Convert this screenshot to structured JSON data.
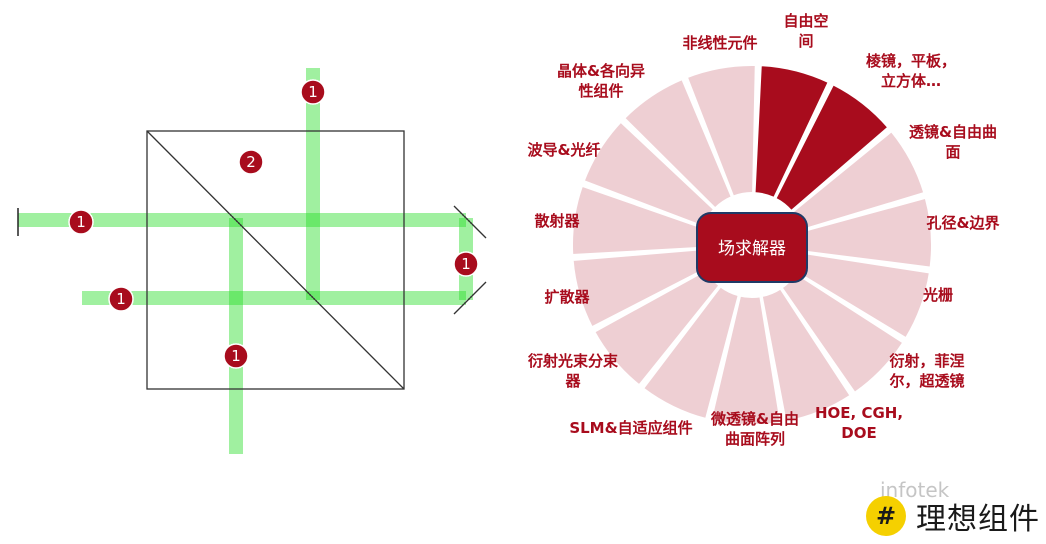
{
  "left_diagram": {
    "beam_color": "#22dd22",
    "markers": [
      {
        "id": "m-top",
        "text": "1"
      },
      {
        "id": "m-left",
        "text": "1"
      },
      {
        "id": "m-right",
        "text": "1"
      },
      {
        "id": "m-lower",
        "text": "1"
      },
      {
        "id": "m-bottom",
        "text": "1"
      },
      {
        "id": "m-inner",
        "text": "2"
      }
    ]
  },
  "wheel": {
    "center_label": "场求解器",
    "highlight_color": "#a80c1d",
    "segment_color": "#eecfd3",
    "segments": [
      {
        "label": "自由空\n间",
        "highlight": true
      },
      {
        "label": "棱镜，平板，\n立方体…",
        "highlight": true
      },
      {
        "label": "透镜&自由曲\n面",
        "highlight": false
      },
      {
        "label": "孔径&边界",
        "highlight": false
      },
      {
        "label": "光栅",
        "highlight": false
      },
      {
        "label": "衍射，菲涅\n尔，超透镜",
        "highlight": false
      },
      {
        "label": "HOE, CGH,\nDOE",
        "highlight": false
      },
      {
        "label": "微透镜&自由\n曲面阵列",
        "highlight": false
      },
      {
        "label": "SLM&自适应组件",
        "highlight": false
      },
      {
        "label": "衍射光束分束\n器",
        "highlight": false
      },
      {
        "label": "扩散器",
        "highlight": false
      },
      {
        "label": "散射器",
        "highlight": false
      },
      {
        "label": "波导&光纤",
        "highlight": false
      },
      {
        "label": "晶体&各向异\n性组件",
        "highlight": false
      },
      {
        "label": "非线性元件",
        "highlight": false
      }
    ]
  },
  "brand": {
    "hash": "#",
    "text": "理想组件",
    "watermark": "infotek"
  }
}
